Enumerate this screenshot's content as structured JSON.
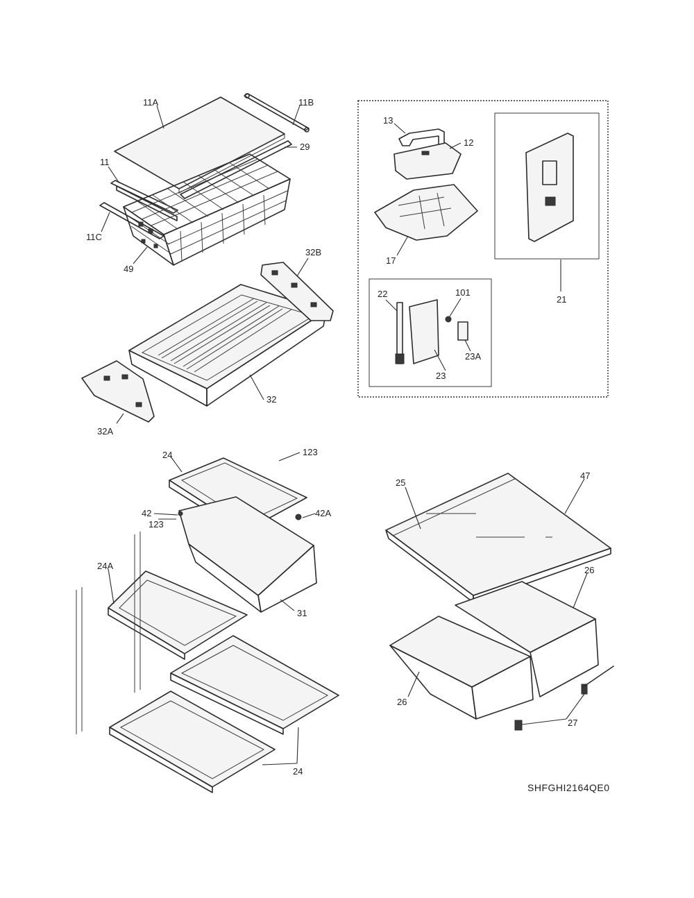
{
  "labels": {
    "l11A": "11A",
    "l11B": "11B",
    "l29": "29",
    "l11": "11",
    "l11C": "11C",
    "l49": "49",
    "l32B": "32B",
    "l32": "32",
    "l32A": "32A",
    "l13": "13",
    "l12": "12",
    "l17": "17",
    "l21": "21",
    "l22": "22",
    "l101": "101",
    "l23A": "23A",
    "l23": "23",
    "l24_top": "24",
    "l123_top": "123",
    "l42": "42",
    "l42A": "42A",
    "l123_mid": "123",
    "l24A": "24A",
    "l31": "31",
    "l24_bottom": "24",
    "l25": "25",
    "l47": "47",
    "l26_right": "26",
    "l26_left": "26",
    "l27": "27"
  },
  "diagram_code": "SHFGHI2164QE0"
}
